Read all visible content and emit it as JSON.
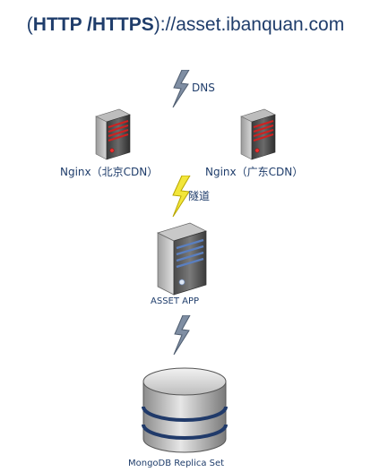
{
  "header": {
    "open_paren": "(",
    "protocol_http": "HTTP",
    "slash": " /",
    "protocol_https": "HTTPS",
    "rest": "):",
    "url": "//asset.ibanquan.com"
  },
  "links": {
    "dns": "DNS",
    "tunnel": "隧道"
  },
  "nodes": {
    "nginx_beijing": "Nginx（北京CDN）",
    "nginx_guangdong": "Nginx（广东CDN）",
    "asset_app": "ASSET APP",
    "mongodb": "MongoDB Replica Set"
  }
}
